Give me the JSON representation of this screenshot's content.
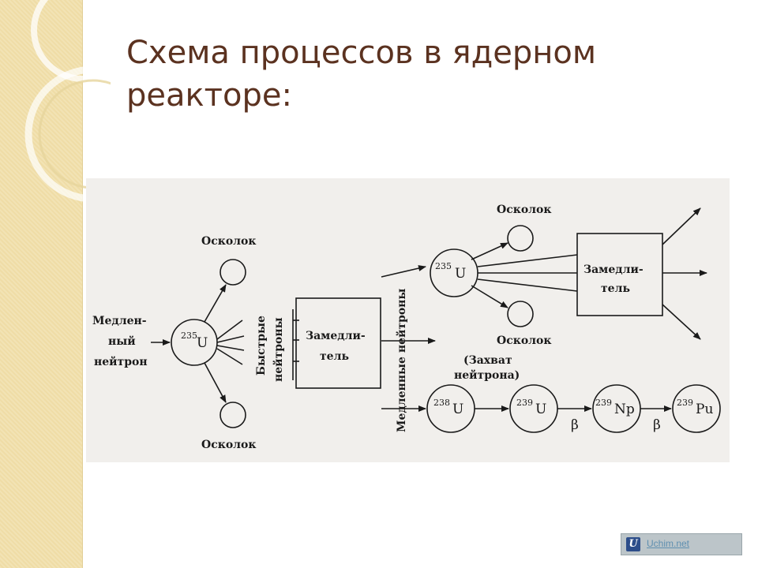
{
  "slide": {
    "title_line1": "Схема процессов в ядерном",
    "title_line2": "реакторе:"
  },
  "diagram": {
    "slow_neutron_l1": "Медлен-",
    "slow_neutron_l2": "ный",
    "slow_neutron_l3": "нейтрон",
    "fragment": "Осколок",
    "u235_mass": "235",
    "u238_mass": "238",
    "u239_mass": "239",
    "np239_mass": "239",
    "pu239_mass": "239",
    "sym_u": "U",
    "sym_np": "Np",
    "sym_pu": "Pu",
    "fast_neutrons_l1": "Быстрые",
    "fast_neutrons_l2": "нейтроны",
    "moderator_l1": "Замедли-",
    "moderator_l2": "тель",
    "slow_neutrons": "Медленные нейтроны",
    "capture_l1": "(Захват",
    "capture_l2": "нейтрона)",
    "beta": "β"
  },
  "footer": {
    "site_link": "Uchim.net",
    "icon_letter": "U"
  }
}
